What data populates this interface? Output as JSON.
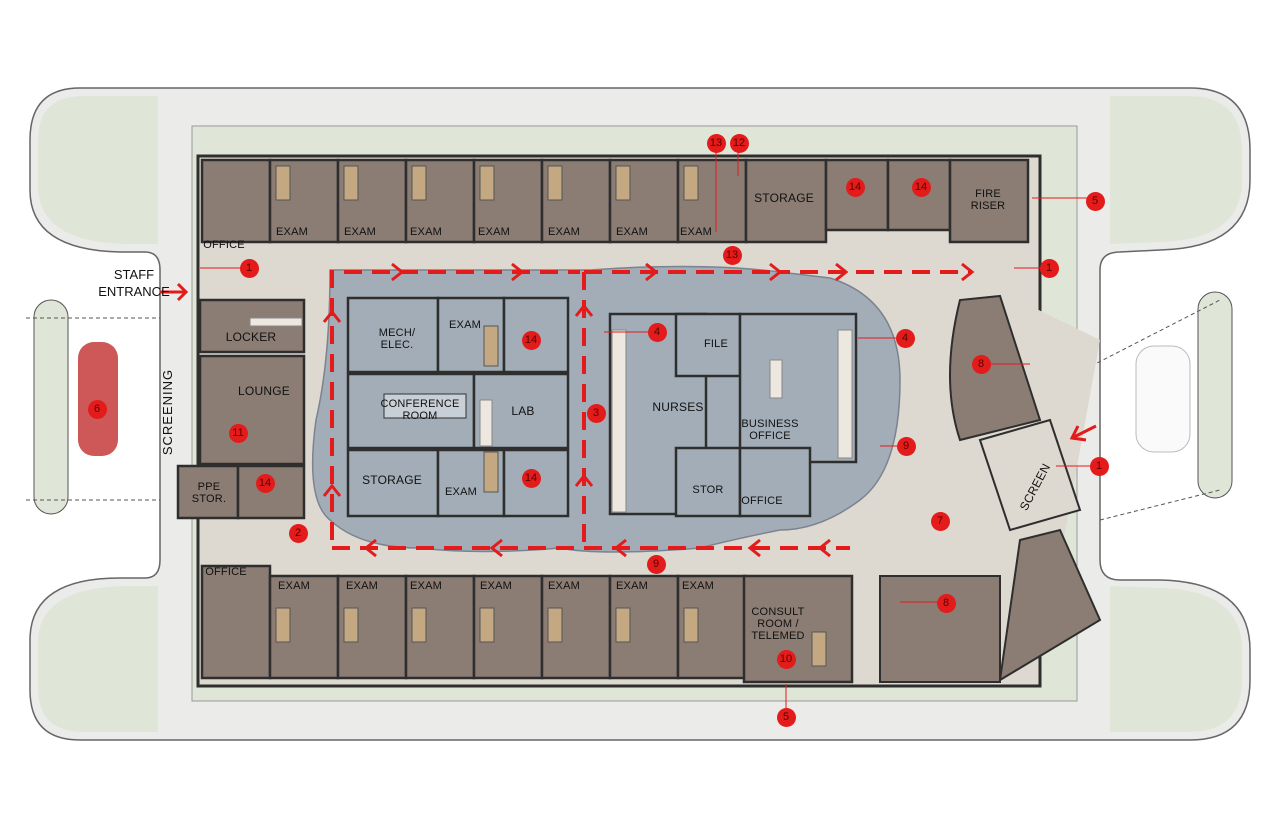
{
  "rooms": {
    "office_top": "OFFICE",
    "office_bottom": "OFFICE",
    "exam": "EXAM",
    "storage_top": "STORAGE",
    "fire_riser": "FIRE\nRISER",
    "locker": "LOCKER",
    "lounge": "LOUNGE",
    "screening": "SCREENING",
    "ppe": "PPE\nSTOR.",
    "mech": "MECH/\nELEC.",
    "conference": "CONFERENCE\nROOM",
    "lab": "LAB",
    "storage_mid": "STORAGE",
    "nurses": "NURSES",
    "file": "FILE",
    "business": "BUSINESS\nOFFICE",
    "stor": "STOR",
    "office_mid": "OFFICE",
    "screen": "SCREEN",
    "consult": "CONSULT\nROOM /\nTELEMED"
  },
  "staff_entrance": "STAFF\nENTRANCE",
  "callouts": [
    {
      "id": "c1a",
      "n": "1"
    },
    {
      "id": "c1b",
      "n": "1"
    },
    {
      "id": "c1c",
      "n": "1"
    },
    {
      "id": "c2",
      "n": "2"
    },
    {
      "id": "c3",
      "n": "3"
    },
    {
      "id": "c4a",
      "n": "4"
    },
    {
      "id": "c4b",
      "n": "4"
    },
    {
      "id": "c5a",
      "n": "5"
    },
    {
      "id": "c5b",
      "n": "5"
    },
    {
      "id": "c6",
      "n": "6"
    },
    {
      "id": "c7",
      "n": "7"
    },
    {
      "id": "c8a",
      "n": "8"
    },
    {
      "id": "c8b",
      "n": "8"
    },
    {
      "id": "c9a",
      "n": "9"
    },
    {
      "id": "c9b",
      "n": "9"
    },
    {
      "id": "c10",
      "n": "10"
    },
    {
      "id": "c11",
      "n": "11"
    },
    {
      "id": "c12",
      "n": "12"
    },
    {
      "id": "c13a",
      "n": "13"
    },
    {
      "id": "c13b",
      "n": "13"
    },
    {
      "id": "c14a",
      "n": "14"
    },
    {
      "id": "c14b",
      "n": "14"
    },
    {
      "id": "c14c",
      "n": "14"
    },
    {
      "id": "c14d",
      "n": "14"
    },
    {
      "id": "c14e",
      "n": "14"
    }
  ],
  "colors": {
    "grass": "#dfe6d8",
    "paving": "#ebebea",
    "room": "#8b7d74",
    "corridor": "#ddd8d0",
    "core": "#a3adb8",
    "wall": "#2e2e2e",
    "route": "#e31b1b"
  }
}
